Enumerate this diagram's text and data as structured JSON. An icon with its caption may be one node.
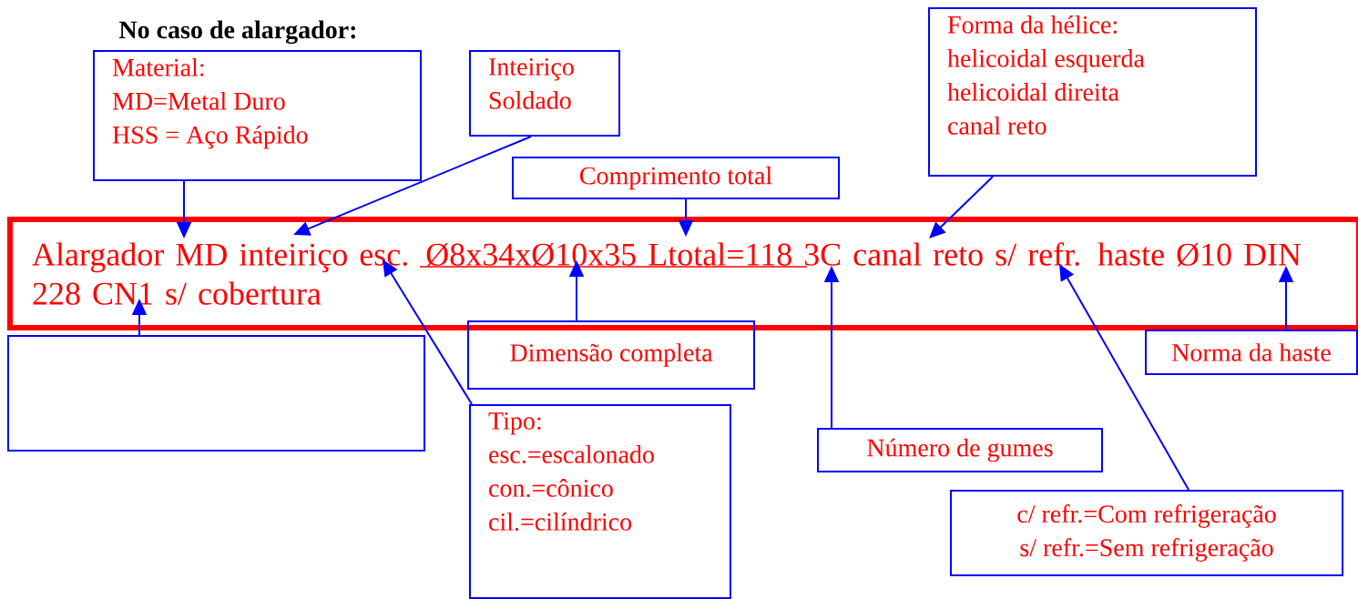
{
  "diagram": {
    "title": "No caso de alargador:",
    "nodes": [
      {
        "text": [
          "Material:",
          "MD=Metal Duro",
          "HSS = Aço Rápido"
        ]
      },
      {
        "text": [
          "Inteiriço",
          "Soldado"
        ]
      },
      {
        "text": [
          "Forma da hélice:",
          "helicoidal esquerda",
          "helicoidal direita",
          "canal reto"
        ]
      },
      {
        "text": [
          "Comprimento total"
        ]
      },
      {
        "text": [
          "Alargador MD inteiriço esc. Ø8x34xØ10x35 Ltotal=118 3C canal reto s/ refr. haste Ø10 DIN 228 CN1 s/ cobertura"
        ]
      },
      {
        "text": [],
        "shape": "box"
      },
      {
        "text": [
          "Dimensão completa"
        ]
      },
      {
        "text": [
          "Norma da haste"
        ]
      },
      {
        "text": [
          "Tipo:",
          "esc.=escalonado",
          "con.=cônico",
          "cil.=cilíndrico"
        ]
      },
      {
        "text": [
          "Número de gumes"
        ]
      },
      {
        "text": [
          "c/ refr.=Com refrigeração",
          "s/ refr.=Sem refrigeração"
        ]
      }
    ],
    "edges": [
      {
        "from": 0,
        "to": 4,
        "arrow": "to"
      },
      {
        "from": 1,
        "to": 4,
        "arrow": "to"
      },
      {
        "from": 2,
        "to": 4,
        "arrow": "to"
      },
      {
        "from": 3,
        "to": 4,
        "arrow": "to"
      },
      {
        "from": 5,
        "to": 4,
        "arrow": "to"
      },
      {
        "from": 6,
        "to": 4,
        "arrow": "to"
      },
      {
        "from": 7,
        "to": 4,
        "arrow": "to"
      },
      {
        "from": 8,
        "to": 4,
        "arrow": "to"
      },
      {
        "from": 9,
        "to": 4,
        "arrow": "to"
      },
      {
        "from": 10,
        "to": 4,
        "arrow": "to"
      }
    ]
  }
}
